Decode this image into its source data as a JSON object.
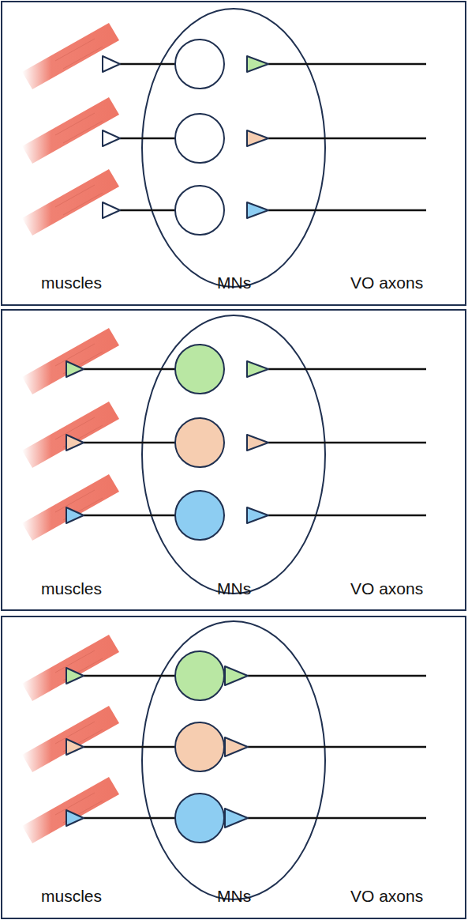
{
  "diagram": {
    "labels": [
      "muscles",
      "MNs",
      "VO axons",
      "muscles",
      "MNs",
      "VO axons",
      "muscles",
      "MNs",
      "VO axons"
    ]
  }
}
